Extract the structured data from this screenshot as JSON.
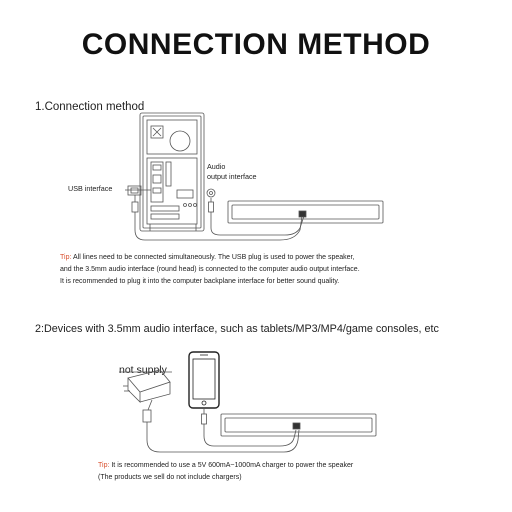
{
  "title": "CONNECTION METHOD",
  "section1": {
    "heading": "1.Connection method",
    "usb_label": "USB interface",
    "audio_label_line1": "Audio",
    "audio_label_line2": "output interface",
    "tip_label": "Tip:",
    "tip_line1": " All lines need to be connected simultaneously. The USB plug is used to power the speaker,",
    "tip_line2": "and the 3.5mm audio interface (round head) is connected to the computer audio output interface.",
    "tip_line3": " It is recommended to plug it into the computer backplane interface for better sound quality."
  },
  "section2": {
    "heading": "2:Devices with 3.5mm audio interface, such as tablets/MP3/MP4/game consoles, etc",
    "supply_label": "not supply",
    "tip_label": "Tip:",
    "tip_line1": " It is recommended to use a 5V 600mA~1000mA charger to power the speaker",
    "tip_line2": "(The products we sell do not include chargers)"
  },
  "colors": {
    "tip_accent": "#d9502f",
    "line": "#555555"
  }
}
